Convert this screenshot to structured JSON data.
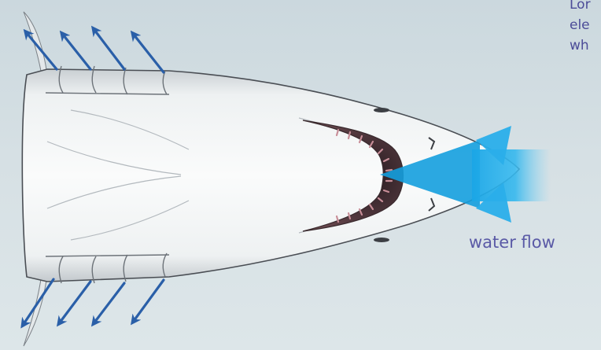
{
  "labels": {
    "water_flow": "water flow",
    "caption_lines": [
      "Lor",
      "ele",
      "wh"
    ]
  },
  "colors": {
    "arrow_blue": "#2a5fa8",
    "water_cyan": "#1ea8e6",
    "shark_body": "#eef1f2",
    "shark_outline": "#4a4e54",
    "mouth_dark": "#4a3438",
    "teeth_pink": "#c88e98"
  },
  "icons": {
    "gill_arrows_top": "arrow-up-left-icon",
    "gill_arrows_bottom": "arrow-down-left-icon",
    "water_flow_arrows": "arrow-left-icon"
  }
}
